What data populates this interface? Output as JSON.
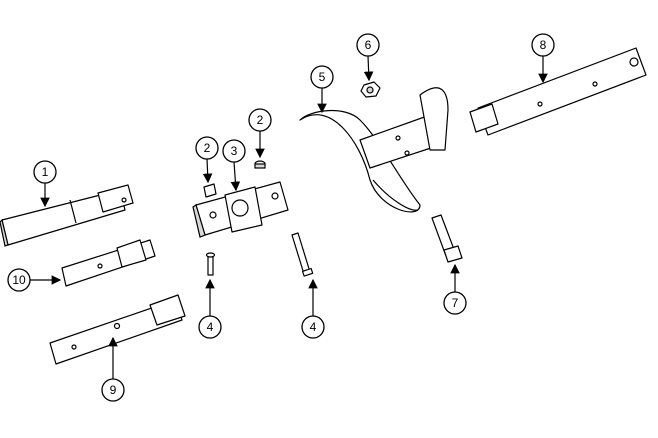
{
  "diagram": {
    "type": "exploded-parts-view",
    "callouts": [
      {
        "id": "c1",
        "label": "1"
      },
      {
        "id": "c2a",
        "label": "2"
      },
      {
        "id": "c2b",
        "label": "2"
      },
      {
        "id": "c3",
        "label": "3"
      },
      {
        "id": "c4a",
        "label": "4"
      },
      {
        "id": "c4b",
        "label": "4"
      },
      {
        "id": "c5",
        "label": "5"
      },
      {
        "id": "c6",
        "label": "6"
      },
      {
        "id": "c7",
        "label": "7"
      },
      {
        "id": "c8",
        "label": "8"
      },
      {
        "id": "c9",
        "label": "9"
      },
      {
        "id": "c10",
        "label": "10"
      }
    ]
  }
}
